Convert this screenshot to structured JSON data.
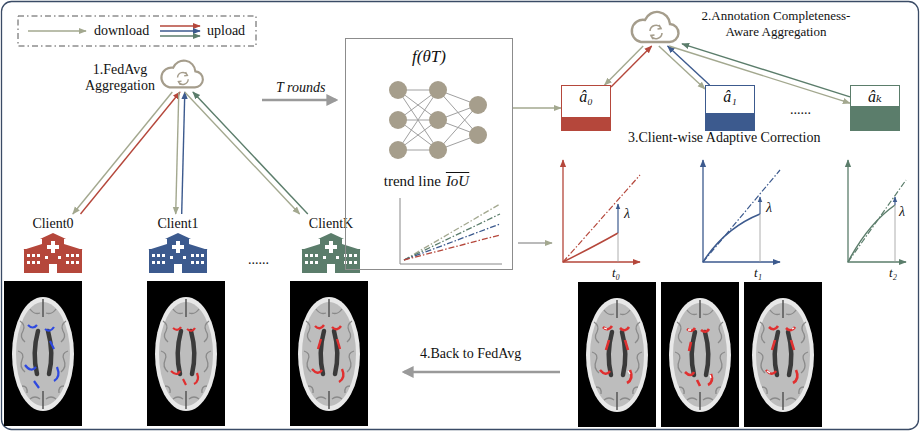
{
  "diagram": {
    "nodes": [
      {
        "text": [
          "1.FedAvg Aggregation"
        ]
      },
      {
        "text": [
          "Client0"
        ]
      },
      {
        "text": [
          "Client1"
        ]
      },
      {
        "text": [
          "ClientK"
        ]
      },
      {
        "text": [
          "f(θT)",
          "trend line",
          "IoU"
        ]
      },
      {
        "text": [
          "2.Annotation Completeness-Aware Aggregation"
        ]
      },
      {
        "text": [
          "â₀"
        ]
      },
      {
        "text": [
          "â₁"
        ]
      },
      {
        "text": [
          "âₖ"
        ]
      }
    ],
    "edges": [
      {
        "from": 0,
        "to": 1,
        "arrow": "to"
      },
      {
        "from": 1,
        "to": 0,
        "arrow": "to"
      },
      {
        "from": 0,
        "to": 2,
        "arrow": "to"
      },
      {
        "from": 2,
        "to": 0,
        "arrow": "to"
      },
      {
        "from": 0,
        "to": 3,
        "arrow": "to"
      },
      {
        "from": 3,
        "to": 0,
        "arrow": "to"
      },
      {
        "from": 5,
        "to": 6,
        "arrow": "to"
      },
      {
        "from": 6,
        "to": 5,
        "arrow": "to"
      },
      {
        "from": 5,
        "to": 7,
        "arrow": "to"
      },
      {
        "from": 7,
        "to": 5,
        "arrow": "to"
      },
      {
        "from": 5,
        "to": 8,
        "arrow": "to"
      },
      {
        "from": 8,
        "to": 5,
        "arrow": "to"
      },
      {
        "from": 4,
        "to": 6,
        "arrow": "to"
      }
    ],
    "labels": [
      "T rounds",
      "......",
      "3.Client-wise Adaptive Correction",
      "......",
      "λ",
      "λ",
      "λ",
      "t₀",
      "t₁",
      "t₂",
      "4.Back to FedAvg"
    ],
    "legend": [
      {
        "text": "download"
      },
      {
        "text": "upload"
      }
    ]
  }
}
